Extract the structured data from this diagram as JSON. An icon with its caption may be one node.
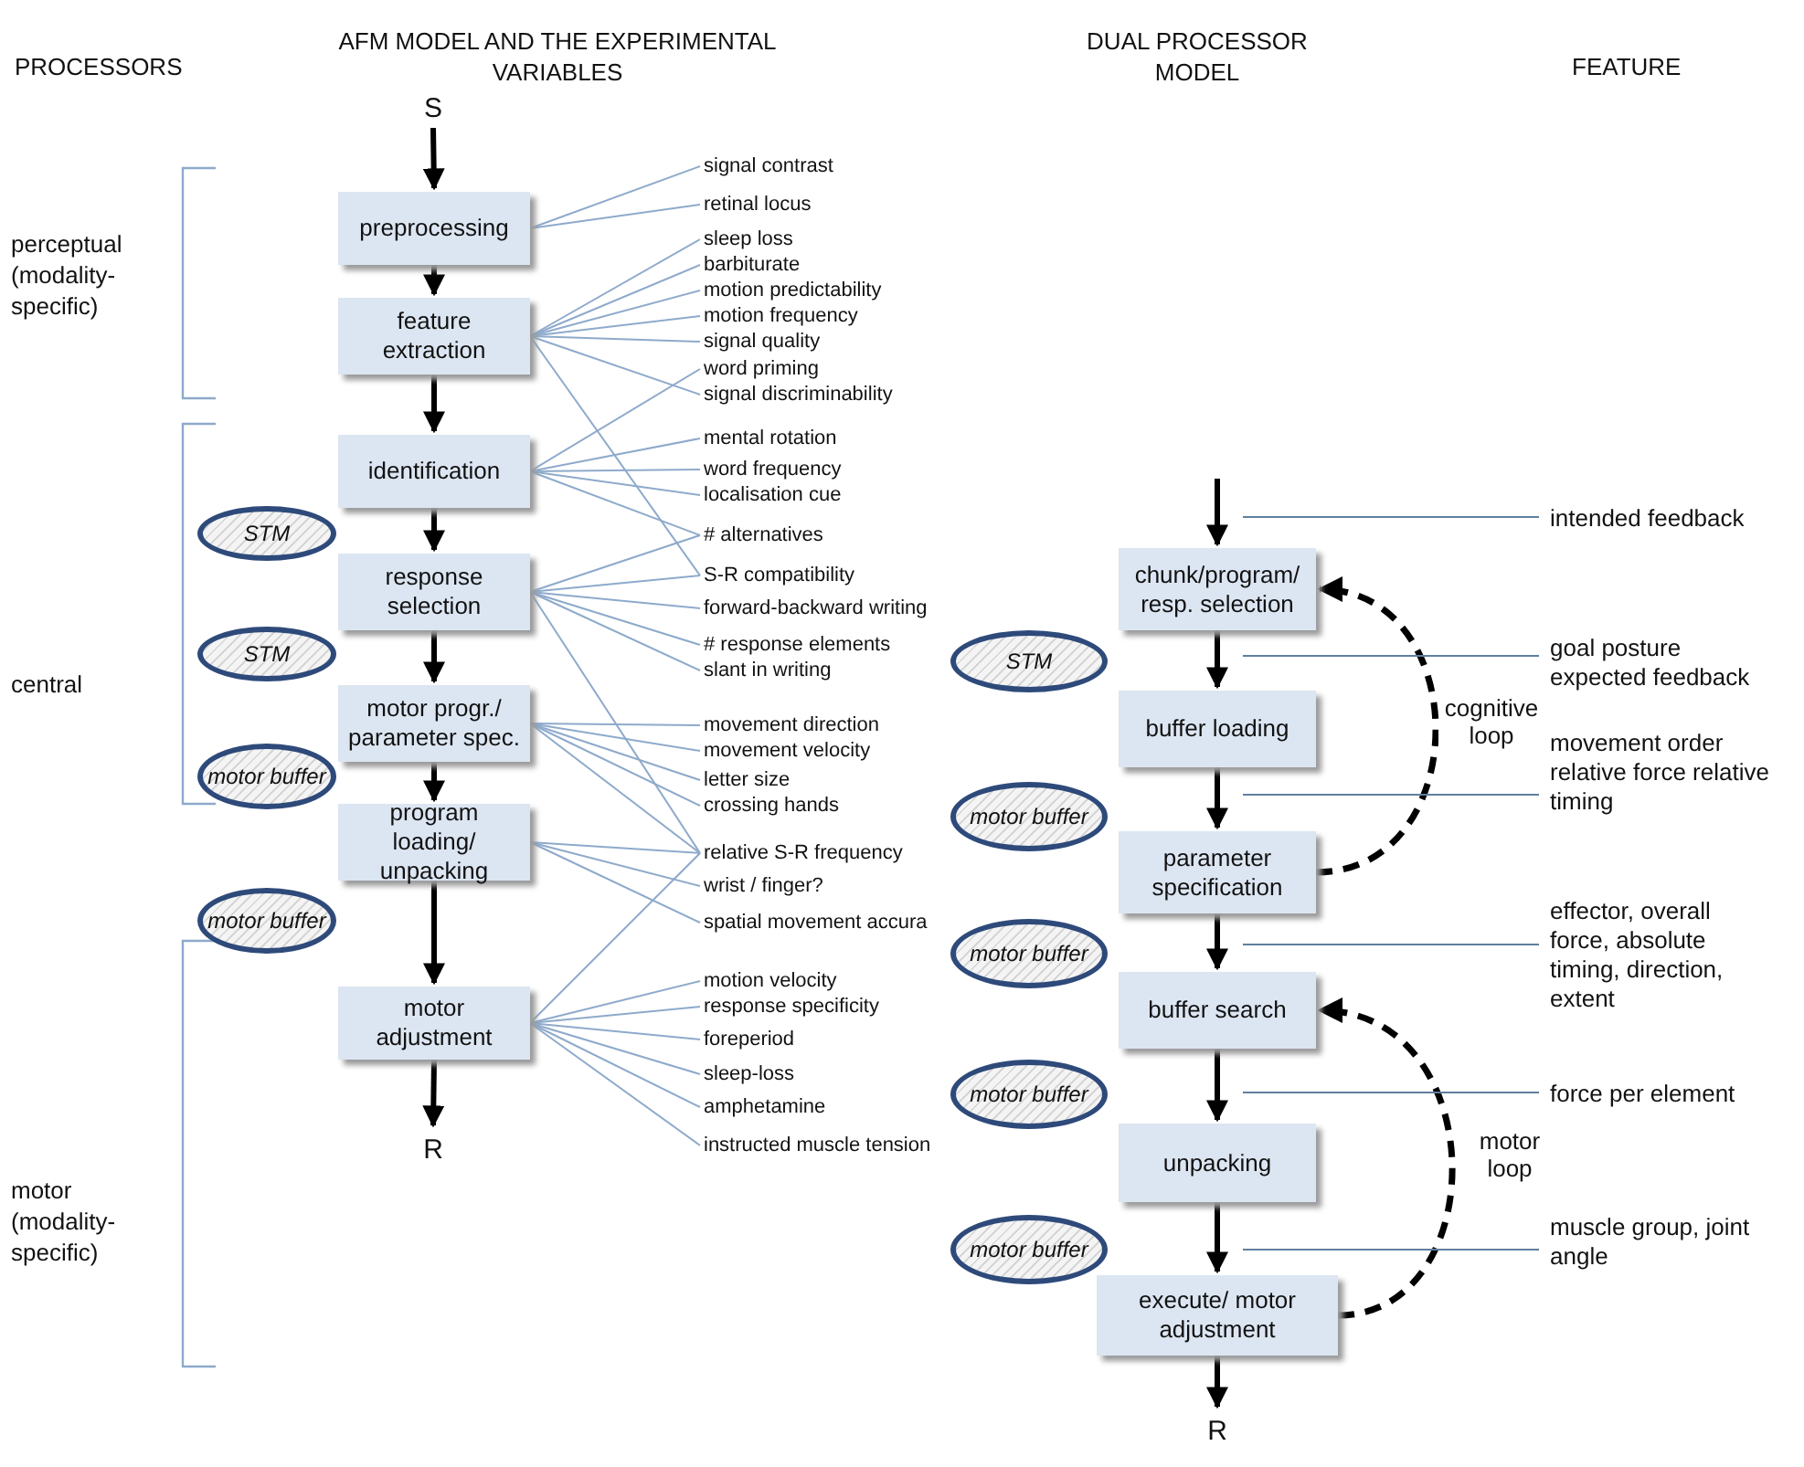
{
  "diagram": {
    "nodes": [
      {
        "text": [
          "S"
        ]
      },
      {
        "text": [
          "preprocessing"
        ]
      },
      {
        "text": [
          "feature extraction"
        ]
      },
      {
        "text": [
          "identification"
        ]
      },
      {
        "text": [
          "STM"
        ]
      },
      {
        "text": [
          "response selection"
        ]
      },
      {
        "text": [
          "STM"
        ]
      },
      {
        "text": [
          "motor progr./ parameter spec."
        ]
      },
      {
        "text": [
          "motor buffer"
        ]
      },
      {
        "text": [
          "program loading/ unpacking"
        ]
      },
      {
        "text": [
          "motor buffer"
        ]
      },
      {
        "text": [
          "motor adjustment"
        ]
      },
      {
        "text": [
          "R"
        ]
      },
      {
        "text": [
          "signal contrast"
        ]
      },
      {
        "text": [
          "retinal locus"
        ]
      },
      {
        "text": [
          "sleep loss"
        ]
      },
      {
        "text": [
          "barbiturate"
        ]
      },
      {
        "text": [
          "motion predictability"
        ]
      },
      {
        "text": [
          "motion frequency"
        ]
      },
      {
        "text": [
          "signal quality"
        ]
      },
      {
        "text": [
          "word priming"
        ]
      },
      {
        "text": [
          "signal discriminability"
        ]
      },
      {
        "text": [
          "mental rotation"
        ]
      },
      {
        "text": [
          "word frequency"
        ]
      },
      {
        "text": [
          "localisation cue"
        ]
      },
      {
        "text": [
          "# alternatives"
        ]
      },
      {
        "text": [
          "S-R compatibility"
        ]
      },
      {
        "text": [
          "forward-backward writing"
        ]
      },
      {
        "text": [
          "# response elements"
        ]
      },
      {
        "text": [
          "slant in writing"
        ]
      },
      {
        "text": [
          "movement direction"
        ]
      },
      {
        "text": [
          "movement velocity"
        ]
      },
      {
        "text": [
          "letter size"
        ]
      },
      {
        "text": [
          "crossing hands"
        ]
      },
      {
        "text": [
          "relative S-R frequency"
        ]
      },
      {
        "text": [
          "wrist / finger?"
        ]
      },
      {
        "text": [
          "spatial movement accura"
        ]
      },
      {
        "text": [
          "motion velocity"
        ]
      },
      {
        "text": [
          "response specificity"
        ]
      },
      {
        "text": [
          "foreperiod"
        ]
      },
      {
        "text": [
          "sleep-loss"
        ]
      },
      {
        "text": [
          "amphetamine"
        ]
      },
      {
        "text": [
          "instructed muscle tension"
        ]
      },
      {
        "text": [
          "chunk/program/ resp. selection"
        ]
      },
      {
        "text": [
          "STM"
        ]
      },
      {
        "text": [
          "buffer loading"
        ]
      },
      {
        "text": [
          "motor buffer"
        ]
      },
      {
        "text": [
          "parameter specification"
        ]
      },
      {
        "text": [
          "motor buffer"
        ]
      },
      {
        "text": [
          "buffer search"
        ]
      },
      {
        "text": [
          "motor buffer"
        ]
      },
      {
        "text": [
          "unpacking"
        ]
      },
      {
        "text": [
          "motor buffer"
        ]
      },
      {
        "text": [
          "execute/ motor adjustment"
        ]
      },
      {
        "text": [
          "R"
        ]
      },
      {
        "text": [
          "intended feedback"
        ]
      },
      {
        "text": [
          "goal posture expected feedback"
        ]
      },
      {
        "text": [
          "movement order relative force relative timing"
        ]
      },
      {
        "text": [
          "effector, overall force, absolute timing, direction, extent"
        ]
      },
      {
        "text": [
          "force per element"
        ]
      },
      {
        "text": [
          "muscle group, joint angle"
        ]
      }
    ],
    "edges": [
      {
        "from": 0,
        "to": 1,
        "arrow": "to",
        "style": "thick",
        "color": "#000000"
      },
      {
        "from": 1,
        "to": 2,
        "arrow": "to",
        "style": "thick",
        "color": "#000000"
      },
      {
        "from": 2,
        "to": 3,
        "arrow": "to",
        "style": "thick",
        "color": "#000000"
      },
      {
        "from": 3,
        "to": 5,
        "arrow": "to",
        "style": "thick",
        "color": "#000000"
      },
      {
        "from": 5,
        "to": 7,
        "arrow": "to",
        "style": "thick",
        "color": "#000000"
      },
      {
        "from": 7,
        "to": 9,
        "arrow": "to",
        "style": "thick",
        "color": "#000000"
      },
      {
        "from": 9,
        "to": 11,
        "arrow": "to",
        "style": "thick",
        "color": "#000000"
      },
      {
        "from": 11,
        "to": 12,
        "arrow": "to",
        "style": "thick",
        "color": "#000000"
      },
      {
        "from": 1,
        "to": 13,
        "arrow": "none"
      },
      {
        "from": 1,
        "to": 14,
        "arrow": "none"
      },
      {
        "from": 2,
        "to": 15,
        "arrow": "none"
      },
      {
        "from": 2,
        "to": 16,
        "arrow": "none"
      },
      {
        "from": 2,
        "to": 17,
        "arrow": "none"
      },
      {
        "from": 2,
        "to": 18,
        "arrow": "none"
      },
      {
        "from": 2,
        "to": 19,
        "arrow": "none"
      },
      {
        "from": 2,
        "to": 21,
        "arrow": "none"
      },
      {
        "from": 2,
        "to": 26,
        "arrow": "none"
      },
      {
        "from": 3,
        "to": 20,
        "arrow": "none"
      },
      {
        "from": 3,
        "to": 22,
        "arrow": "none"
      },
      {
        "from": 3,
        "to": 23,
        "arrow": "none"
      },
      {
        "from": 3,
        "to": 24,
        "arrow": "none"
      },
      {
        "from": 3,
        "to": 25,
        "arrow": "none"
      },
      {
        "from": 5,
        "to": 25,
        "arrow": "none"
      },
      {
        "from": 5,
        "to": 26,
        "arrow": "none"
      },
      {
        "from": 5,
        "to": 27,
        "arrow": "none"
      },
      {
        "from": 5,
        "to": 28,
        "arrow": "none"
      },
      {
        "from": 5,
        "to": 29,
        "arrow": "none"
      },
      {
        "from": 5,
        "to": 34,
        "arrow": "none"
      },
      {
        "from": 7,
        "to": 30,
        "arrow": "none"
      },
      {
        "from": 7,
        "to": 31,
        "arrow": "none"
      },
      {
        "from": 7,
        "to": 32,
        "arrow": "none"
      },
      {
        "from": 7,
        "to": 33,
        "arrow": "none"
      },
      {
        "from": 7,
        "to": 34,
        "arrow": "none"
      },
      {
        "from": 9,
        "to": 34,
        "arrow": "none"
      },
      {
        "from": 9,
        "to": 35,
        "arrow": "none"
      },
      {
        "from": 9,
        "to": 36,
        "arrow": "none"
      },
      {
        "from": 11,
        "to": 34,
        "arrow": "none"
      },
      {
        "from": 11,
        "to": 37,
        "arrow": "none"
      },
      {
        "from": 11,
        "to": 38,
        "arrow": "none"
      },
      {
        "from": 11,
        "to": 39,
        "arrow": "none"
      },
      {
        "from": 11,
        "to": 40,
        "arrow": "none"
      },
      {
        "from": 11,
        "to": 41,
        "arrow": "none"
      },
      {
        "from": 11,
        "to": 42,
        "arrow": "none"
      },
      {
        "from": null,
        "to": 43,
        "arrow": "to",
        "style": "thick",
        "color": "#000000"
      },
      {
        "from": 43,
        "to": 45,
        "arrow": "to",
        "style": "thick",
        "color": "#000000"
      },
      {
        "from": 45,
        "to": 47,
        "arrow": "to",
        "style": "thick",
        "color": "#000000"
      },
      {
        "from": 47,
        "to": 49,
        "arrow": "to",
        "style": "thick",
        "color": "#000000"
      },
      {
        "from": 49,
        "to": 51,
        "arrow": "to",
        "style": "thick",
        "color": "#000000"
      },
      {
        "from": 51,
        "to": 53,
        "arrow": "to",
        "style": "thick",
        "color": "#000000"
      },
      {
        "from": 53,
        "to": 54,
        "arrow": "to",
        "style": "thick",
        "color": "#000000"
      },
      {
        "from": 47,
        "to": 43,
        "arrow": "to",
        "label": "cognitive loop",
        "style": "dashed",
        "color": "#000000"
      },
      {
        "from": 53,
        "to": 49,
        "arrow": "to",
        "label": "motor loop",
        "style": "dashed",
        "color": "#000000"
      },
      {
        "from": 55,
        "to": null,
        "arrow": "none",
        "color": "#5f7f9f"
      },
      {
        "from": 56,
        "to": null,
        "arrow": "none",
        "color": "#5f7f9f"
      },
      {
        "from": 57,
        "to": null,
        "arrow": "none",
        "color": "#5f7f9f"
      },
      {
        "from": 58,
        "to": null,
        "arrow": "none",
        "color": "#5f7f9f"
      },
      {
        "from": 59,
        "to": null,
        "arrow": "none",
        "color": "#5f7f9f"
      },
      {
        "from": 60,
        "to": null,
        "arrow": "none",
        "color": "#5f7f9f"
      }
    ],
    "labels": [
      "PROCESSORS",
      "AFM MODEL AND THE EXPERIMENTAL VARIABLES",
      "DUAL PROCESSOR MODEL",
      "FEATURE",
      "perceptual (modality-specific)",
      "central",
      "motor (modality-specific)"
    ]
  }
}
